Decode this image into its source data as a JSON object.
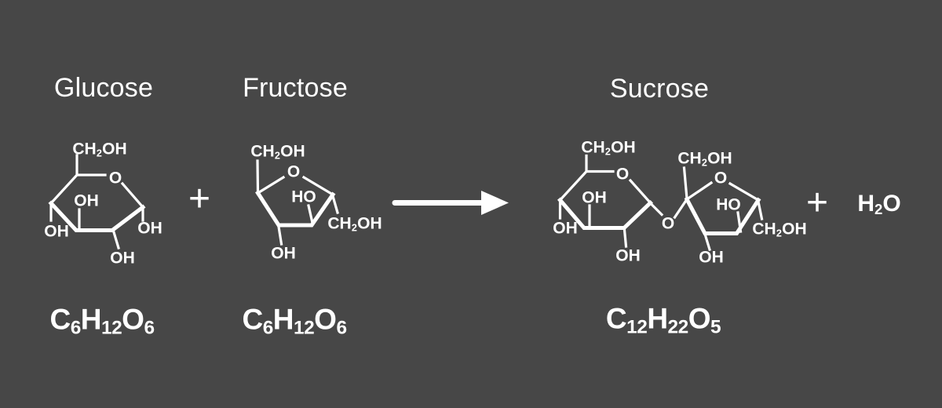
{
  "colors": {
    "background": "#474747",
    "ink": "#ffffff"
  },
  "glucose": {
    "title": "Glucose",
    "formula": "C6H12O6",
    "labels": {
      "ch2oh": "CH2OH",
      "ring_o": "O",
      "oh_inner": "OH",
      "oh_left": "OH",
      "oh_right": "OH",
      "oh_bottom": "OH"
    }
  },
  "fructose": {
    "title": "Fructose",
    "formula": "C6H12O6",
    "labels": {
      "ch2oh": "CH2OH",
      "ring_o": "O",
      "ho_inner": "HO",
      "ch2oh_right": "CH2OH",
      "oh_bottom": "OH"
    }
  },
  "sucrose": {
    "title": "Sucrose",
    "formula": "C12H22O5",
    "glucose_unit": {
      "ch2oh": "CH2OH",
      "ring_o": "O",
      "oh_inner": "OH",
      "oh_left": "OH",
      "oh_bottom": "OH"
    },
    "glycosidic_o": "O",
    "fructose_unit": {
      "ch2oh": "CH2OH",
      "ring_o": "O",
      "ho_inner": "HO",
      "ch2oh_right": "CH2OH",
      "oh_bottom": "OH"
    }
  },
  "operators": {
    "plus_left": "+",
    "plus_right": "+",
    "water": "H2O"
  }
}
